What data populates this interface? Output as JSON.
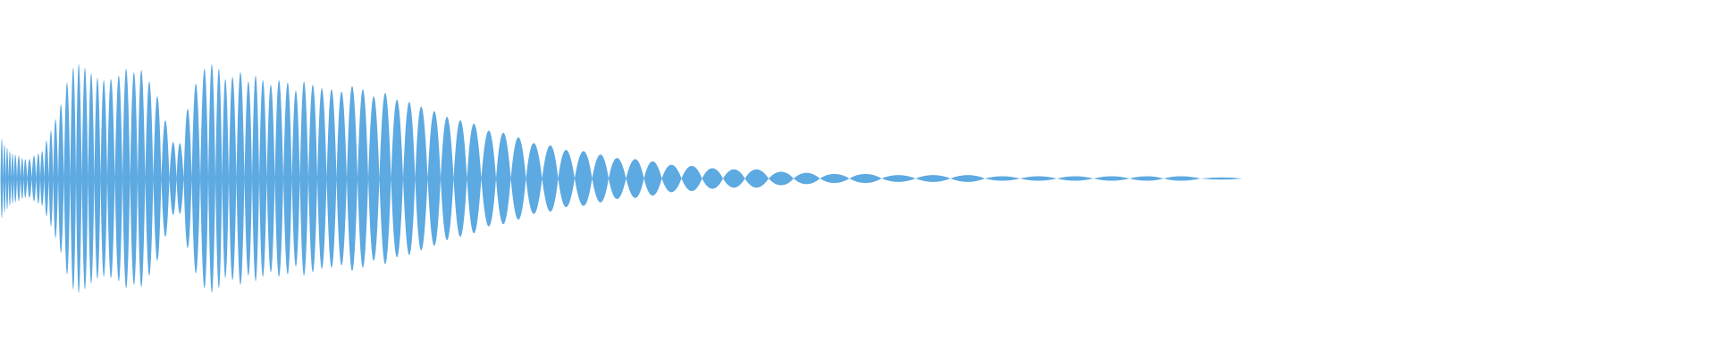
{
  "chart_data": {
    "type": "area",
    "title": "",
    "xlabel": "",
    "ylabel": "",
    "grid": false,
    "legend": "none",
    "ylim": [
      -1,
      1
    ],
    "color": "#5DA9E1",
    "series": [
      {
        "lobe_centers": [
          2,
          5,
          8,
          11,
          14,
          17,
          21,
          25,
          28,
          33,
          38,
          43,
          47,
          52,
          57,
          62,
          68,
          75,
          82,
          88,
          95,
          102,
          109,
          116,
          124,
          133,
          141,
          150,
          158,
          167,
          176,
          185,
          194,
          201,
          210,
          219,
          229,
          237,
          245,
          252,
          260,
          269,
          278,
          286,
          294,
          303,
          312,
          322,
          331,
          340,
          350,
          360,
          371,
          382,
          394,
          406,
          418,
          431,
          444,
          458,
          471,
          486,
          500,
          515,
          530,
          547,
          563,
          580,
          597,
          616,
          633,
          653,
          672,
          690,
          711,
          730,
          751,
          774,
          797,
          821,
          846,
          874,
          902,
          933,
          968,
          1005,
          1044,
          1083,
          1121,
          1162,
          1203,
          1244,
          1284,
          1320,
          1367
        ],
        "amplitudes": [
          0.35,
          0.3,
          0.27,
          0.24,
          0.22,
          0.21,
          0.2,
          0.18,
          0.17,
          0.17,
          0.2,
          0.22,
          0.24,
          0.33,
          0.42,
          0.52,
          0.65,
          0.84,
          0.97,
          1.0,
          0.97,
          0.92,
          0.88,
          0.86,
          0.87,
          0.9,
          0.96,
          0.93,
          0.95,
          0.85,
          0.72,
          0.51,
          0.32,
          0.31,
          0.61,
          0.83,
          0.96,
          1.0,
          0.96,
          0.87,
          0.89,
          0.93,
          0.85,
          0.9,
          0.86,
          0.82,
          0.86,
          0.84,
          0.77,
          0.85,
          0.82,
          0.79,
          0.78,
          0.76,
          0.81,
          0.78,
          0.72,
          0.75,
          0.69,
          0.67,
          0.63,
          0.59,
          0.54,
          0.51,
          0.48,
          0.42,
          0.4,
          0.36,
          0.31,
          0.29,
          0.25,
          0.24,
          0.21,
          0.18,
          0.17,
          0.15,
          0.12,
          0.11,
          0.09,
          0.08,
          0.08,
          0.06,
          0.05,
          0.04,
          0.04,
          0.03,
          0.03,
          0.03,
          0.02,
          0.02,
          0.02,
          0.02,
          0.02,
          0.02,
          0.01
        ]
      }
    ]
  }
}
